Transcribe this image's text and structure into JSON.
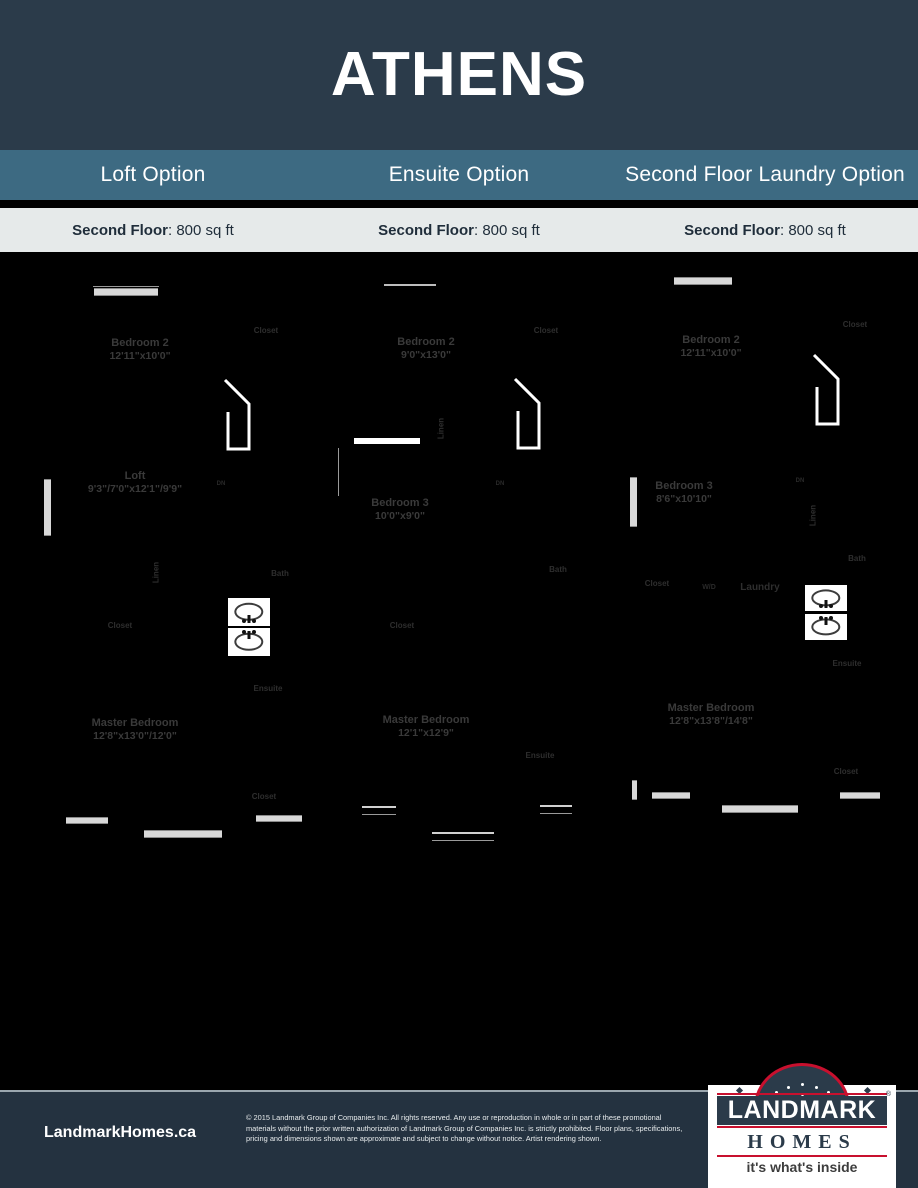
{
  "header": {
    "title": "ATHENS",
    "options": [
      {
        "label": "Loft Option"
      },
      {
        "label": "Ensuite Option"
      },
      {
        "label": "Second Floor Laundry Option"
      }
    ],
    "sqft": [
      {
        "floor_label": "Second Floor",
        "separator": ": ",
        "value": "800 sq ft"
      },
      {
        "floor_label": "Second Floor",
        "separator": ": ",
        "value": "800 sq ft"
      },
      {
        "floor_label": "Second Floor",
        "separator": ": ",
        "value": "800 sq ft"
      }
    ]
  },
  "plans": [
    {
      "id": "loft-option",
      "rooms": [
        {
          "name": "Bedroom 2",
          "dim": "12'11\"x10'0\""
        },
        {
          "name": "Loft",
          "dim": "9'3\"/7'0\"x12'1\"/9'9\""
        },
        {
          "name": "Master Bedroom",
          "dim": "12'8\"x13'0\"/12'0\""
        }
      ],
      "minor": [
        {
          "label": "Closet"
        },
        {
          "label": "Bath"
        },
        {
          "label": "Ensuite"
        },
        {
          "label": "Closet"
        },
        {
          "label": "Closet"
        },
        {
          "label": "Linen"
        },
        {
          "label": "DN"
        }
      ]
    },
    {
      "id": "ensuite-option",
      "rooms": [
        {
          "name": "Bedroom 2",
          "dim": "9'0\"x13'0\""
        },
        {
          "name": "Bedroom 3",
          "dim": "10'0\"x9'0\""
        },
        {
          "name": "Master Bedroom",
          "dim": "12'1\"x12'9\""
        }
      ],
      "minor": [
        {
          "label": "Closet"
        },
        {
          "label": "Bath"
        },
        {
          "label": "Ensuite"
        },
        {
          "label": "Closet"
        },
        {
          "label": "Linen"
        },
        {
          "label": "DN"
        }
      ]
    },
    {
      "id": "second-floor-laundry-option",
      "rooms": [
        {
          "name": "Bedroom 2",
          "dim": "12'11\"x10'0\""
        },
        {
          "name": "Bedroom 3",
          "dim": "8'6\"x10'10\""
        },
        {
          "name": "Master Bedroom",
          "dim": "12'8\"x13'8\"/14'8\""
        }
      ],
      "minor": [
        {
          "label": "Closet"
        },
        {
          "label": "Bath"
        },
        {
          "label": "Ensuite"
        },
        {
          "label": "Closet"
        },
        {
          "label": "Closet"
        },
        {
          "label": "Laundry"
        },
        {
          "label": "W/D"
        },
        {
          "label": "Linen"
        },
        {
          "label": "DN"
        }
      ]
    }
  ],
  "footer": {
    "site_url": "LandmarkHomes.ca",
    "legal": "© 2015 Landmark Group of Companies Inc. All rights reserved. Any use or reproduction in whole or in part of these promotional materials without the prior written authorization of Landmark Group of Companies Inc. is strictly prohibited. Floor plans, specifications, pricing and dimensions shown are approximate and subject to change without notice. Artist rendering shown.",
    "logo": {
      "primary": "LANDMARK",
      "secondary": "HOMES",
      "tagline": "it's what's inside",
      "registered_mark": "®"
    }
  },
  "colors": {
    "title_band": "#2b3b4a",
    "option_band": "#3d6a82",
    "sqft_band": "#e6eaea",
    "plan_background": "#000000",
    "footer": "#243240",
    "logo_red": "#c8102e",
    "logo_navy": "#2b3b4a"
  }
}
